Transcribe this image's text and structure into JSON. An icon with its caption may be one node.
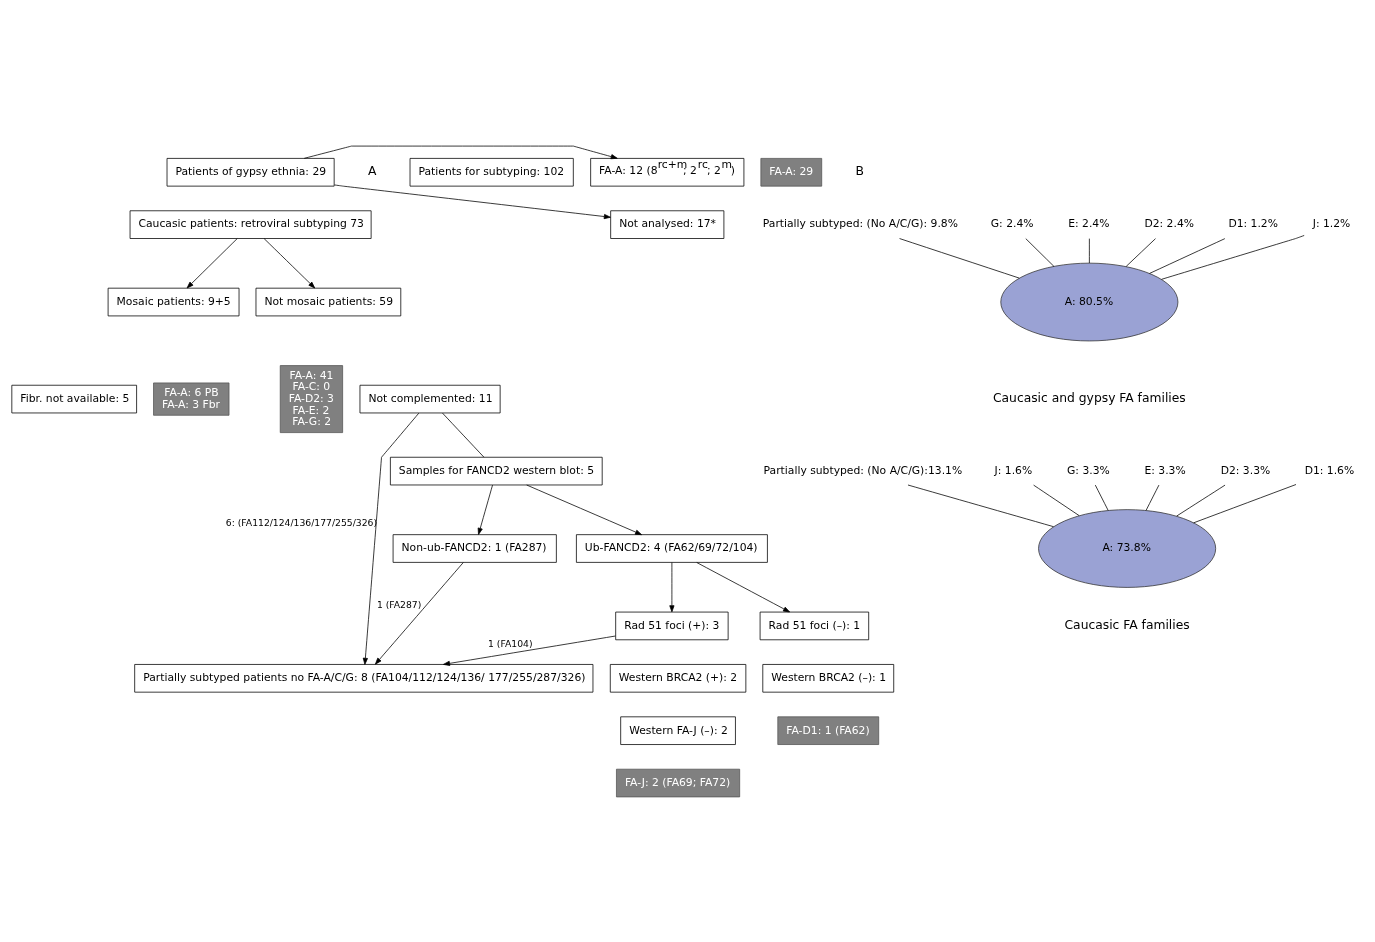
{
  "diagram": {
    "nodes": [
      {
        "text": [
          "Patients for subtyping: 102"
        ]
      },
      {
        "text": [
          "Patients of gypsy ethnia: 29"
        ]
      },
      {
        "text": [
          "Caucasic patients: retroviral subtyping 73"
        ]
      },
      {
        "text": [
          "FA-A: 12 (8$^{rc+m}$; 2$^{rc}$; 2$^{m}$)"
        ]
      },
      {
        "text": [
          "Not analysed: 17*"
        ]
      },
      {
        "text": [
          "FA-A: 29"
        ]
      },
      {
        "text": [
          "Mosaic patients: 9+5"
        ]
      },
      {
        "text": [
          "Fibr. not available: 5"
        ]
      },
      {
        "text": [
          "FA-A: 6 PB",
          "FA-A: 3 Fbr"
        ]
      },
      {
        "text": [
          "Not mosaic patients: 59"
        ]
      },
      {
        "text": [
          "FA-A: 41",
          "FA-C: 0",
          "FA-D2: 3",
          "FA-E: 2",
          "FA-G: 2"
        ]
      },
      {
        "text": [
          "Not complemented: 11"
        ]
      },
      {
        "text": [
          "Samples for FANCD2 western blot: 5"
        ]
      },
      {
        "text": [
          "Ub-FANCD2: 4 (FA62/69/72/104)"
        ]
      },
      {
        "text": [
          "Non-ub-FANCD2: 1 (FA287)"
        ]
      },
      {
        "text": [
          "Rad 51 foci (–): 1"
        ]
      },
      {
        "text": [
          "Western BRCA2 (–): 1"
        ]
      },
      {
        "text": [
          "FA-D1: 1 (FA62)"
        ]
      },
      {
        "text": [
          "Rad 51 foci (+): 3"
        ]
      },
      {
        "text": [
          "Western BRCA2 (+): 2"
        ]
      },
      {
        "text": [
          "Western FA-J (–): 2"
        ]
      },
      {
        "text": [
          "FA-J: 2 (FA69; FA72)"
        ]
      },
      {
        "text": [
          "Partially subtyped patients no FA-A/C/G: 8 (FA104/112/124/136/ 177/255/287/326)"
        ]
      },
      {
        "text": [
          "Partially subtyped: (No A/C/G): 9.8%"
        ]
      },
      {
        "text": [
          "J: 1.2%"
        ]
      },
      {
        "text": [
          "G: 2.4%"
        ]
      },
      {
        "text": [
          "E: 2.4%"
        ]
      },
      {
        "text": [
          "D2: 2.4%"
        ]
      },
      {
        "text": [
          "D1: 1.2%"
        ]
      },
      {
        "text": [
          "A: 80.5%"
        ]
      },
      {
        "text": [
          "Partially subtyped: (No A/C/G):13.1%"
        ]
      },
      {
        "text": [
          "J: 1.6%"
        ]
      },
      {
        "text": [
          "G: 3.3%"
        ]
      },
      {
        "text": [
          "E: 3.3%"
        ]
      },
      {
        "text": [
          "D2: 3.3%"
        ]
      },
      {
        "text": [
          "D1: 1.6%"
        ]
      },
      {
        "text": [
          "A: 73.8%"
        ]
      }
    ],
    "edges": [
      {
        "from": 1,
        "to": 3,
        "arrow": "to"
      },
      {
        "from": 1,
        "to": 4,
        "arrow": "to"
      },
      {
        "from": 2,
        "to": 6,
        "arrow": "to"
      },
      {
        "from": 2,
        "to": 9,
        "arrow": "to"
      },
      {
        "from": 11,
        "to": 12,
        "arrow": "none"
      },
      {
        "from": 11,
        "to": 22,
        "arrow": "to",
        "label": "6: (FA112/124/136/177/255/326)"
      },
      {
        "from": 12,
        "to": 13,
        "arrow": "to"
      },
      {
        "from": 12,
        "to": 14,
        "arrow": "to"
      },
      {
        "from": 14,
        "to": 22,
        "arrow": "to",
        "label": "1 (FA287)"
      },
      {
        "from": 13,
        "to": 15,
        "arrow": "to"
      },
      {
        "from": 13,
        "to": 18,
        "arrow": "to"
      },
      {
        "from": 18,
        "to": 22,
        "arrow": "to",
        "label": "1 (FA104)"
      },
      {
        "from": 23,
        "to": 29,
        "arrow": "none"
      },
      {
        "from": 24,
        "to": 29,
        "arrow": "none"
      },
      {
        "from": 25,
        "to": 29,
        "arrow": "none"
      },
      {
        "from": 26,
        "to": 29,
        "arrow": "none"
      },
      {
        "from": 27,
        "to": 29,
        "arrow": "none"
      },
      {
        "from": 28,
        "to": 29,
        "arrow": "none"
      },
      {
        "from": 30,
        "to": 36,
        "arrow": "none"
      },
      {
        "from": 31,
        "to": 36,
        "arrow": "none"
      },
      {
        "from": 32,
        "to": 36,
        "arrow": "none"
      },
      {
        "from": 33,
        "to": 36,
        "arrow": "none"
      },
      {
        "from": 34,
        "to": 36,
        "arrow": "none"
      },
      {
        "from": 35,
        "to": 36,
        "arrow": "none"
      }
    ],
    "labels": [
      "A",
      "B",
      "Caucasic and gypsy FA families",
      "Caucasic FA families"
    ]
  }
}
